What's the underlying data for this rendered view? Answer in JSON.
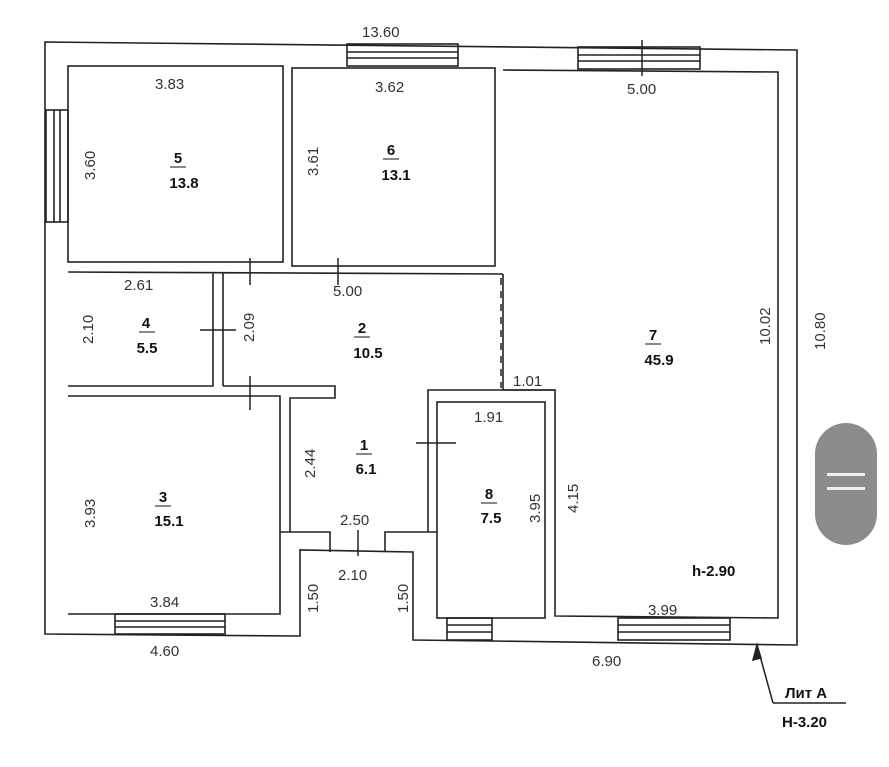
{
  "plan": {
    "overall_dims": {
      "top": "13.60",
      "right": "10.80",
      "bottom_left": "4.60",
      "bottom_right": "6.90"
    },
    "rooms": [
      {
        "id": "1",
        "area": "6.1"
      },
      {
        "id": "2",
        "area": "10.5"
      },
      {
        "id": "3",
        "area": "15.1"
      },
      {
        "id": "4",
        "area": "5.5"
      },
      {
        "id": "5",
        "area": "13.8"
      },
      {
        "id": "6",
        "area": "13.1"
      },
      {
        "id": "7",
        "area": "45.9"
      },
      {
        "id": "8",
        "area": "7.5"
      }
    ],
    "dims": {
      "r5_w": "3.83",
      "r5_h": "3.60",
      "r6_w": "3.62",
      "r6_h": "3.61",
      "r7_top": "5.00",
      "r7_h": "10.02",
      "r7_bottom": "3.99",
      "r7_step": "1.01",
      "r7_inner": "4.15",
      "r4_w": "2.61",
      "r4_h": "2.10",
      "r2_w": "5.00",
      "r2_h": "2.09",
      "r1_h": "2.44",
      "r1_w": "2.50",
      "r3_h": "3.93",
      "r3_w": "3.84",
      "r8_w": "1.91",
      "r8_h": "3.95",
      "entry_w": "2.10",
      "entry_l": "1.50",
      "entry_r": "1.50"
    },
    "ceiling_height": "h-2.90",
    "lit_label": "Лит А",
    "building_height": "H-3.20"
  },
  "colors": {
    "handle": "#8c8c8c",
    "line": "#222222"
  }
}
